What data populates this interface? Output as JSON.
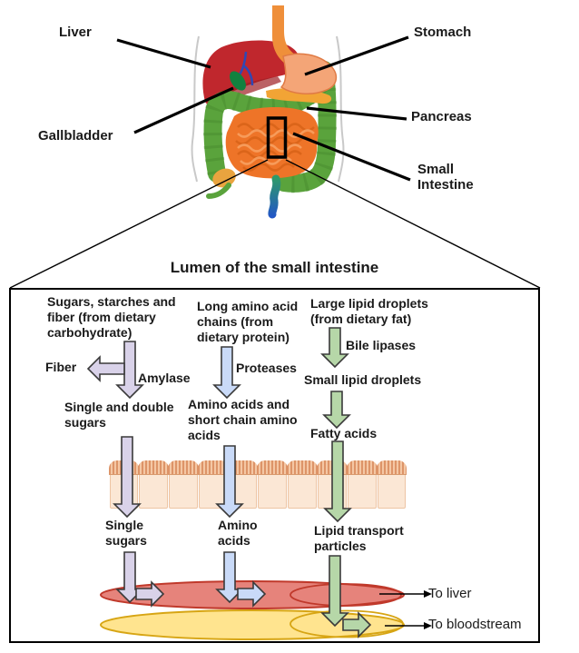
{
  "figure": {
    "anatomy": {
      "labels": {
        "liver": "Liver",
        "stomach": "Stomach",
        "gallbladder": "Gallbladder",
        "pancreas": "Pancreas",
        "small_intestine": "Small Intestine"
      }
    },
    "lumen": {
      "title": "Lumen of the small intestine",
      "carbohydrate": {
        "source": "Sugars, starches and fiber (from dietary carbohydrate)",
        "byproduct": "Fiber",
        "enzyme": "Amylase",
        "product": "Single and double sugars",
        "absorbed": "Single sugars"
      },
      "protein": {
        "source": "Long amino acid chains (from dietary protein)",
        "enzyme": "Proteases",
        "product": "Amino acids and short chain amino acids",
        "absorbed": "Amino acids"
      },
      "fat": {
        "source": "Large lipid droplets (from dietary fat)",
        "enzyme": "Bile lipases",
        "intermediate": "Small lipid droplets",
        "product": "Fatty acids",
        "absorbed": "Lipid transport particles"
      },
      "destinations": {
        "liver": "To liver",
        "bloodstream": "To bloodstream"
      }
    },
    "colors": {
      "lavender": "#d9d2e9",
      "blue": "#c9daf8",
      "green": "#b6d7a8",
      "arrow_stroke": "#3a3a3a",
      "vessel_red_fill": "#e6837b",
      "vessel_red_stroke": "#c0392b",
      "vessel_yellow_fill": "#ffe48f",
      "vessel_yellow_stroke": "#d7a514"
    }
  }
}
